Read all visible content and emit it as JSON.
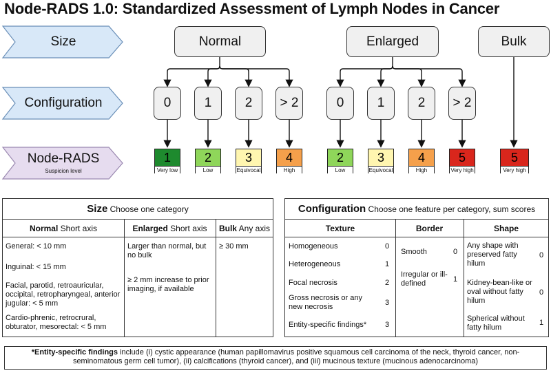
{
  "title": "Node-RADS 1.0: Standardized Assessment of Lymph Nodes in Cancer",
  "rows": {
    "size": "Size",
    "configuration": "Configuration",
    "noderads": "Node-RADS",
    "noderads_sub": "Suspicion level"
  },
  "size_boxes": [
    "Normal",
    "Enlarged",
    "Bulk"
  ],
  "config_boxes": [
    "0",
    "1",
    "2",
    "> 2",
    "0",
    "1",
    "2",
    "> 2"
  ],
  "scores": [
    {
      "num": "1",
      "level": "Very low",
      "color": "#1e8a2e",
      "text_color": "#000000"
    },
    {
      "num": "2",
      "level": "Low",
      "color": "#8fd65a",
      "text_color": "#000000"
    },
    {
      "num": "3",
      "level": "Equivocal",
      "color": "#fff6b0",
      "text_color": "#000000"
    },
    {
      "num": "4",
      "level": "High",
      "color": "#f5a04b",
      "text_color": "#000000"
    },
    {
      "num": "2",
      "level": "Low",
      "color": "#8fd65a",
      "text_color": "#000000"
    },
    {
      "num": "3",
      "level": "Equivocal",
      "color": "#fff6b0",
      "text_color": "#000000"
    },
    {
      "num": "4",
      "level": "High",
      "color": "#f5a04b",
      "text_color": "#000000"
    },
    {
      "num": "5",
      "level": "Very high",
      "color": "#d9261c",
      "text_color": "#000000"
    },
    {
      "num": "5",
      "level": "Very high",
      "color": "#d9261c",
      "text_color": "#000000"
    }
  ],
  "size_table": {
    "title": "Size",
    "subtitle": "Choose one category",
    "cols": [
      {
        "name": "Normal",
        "sub": "Short axis"
      },
      {
        "name": "Enlarged",
        "sub": "Short axis"
      },
      {
        "name": "Bulk",
        "sub": "Any axis"
      }
    ],
    "normal": [
      "General: < 10 mm",
      "Inguinal: < 15 mm",
      "Facial, parotid, retroauricular, occipital, retropharyngeal, anterior jugular: < 5 mm",
      "Cardio-phrenic, retrocrural, obturator, mesorectal: < 5 mm"
    ],
    "enlarged": [
      "Larger than normal, but no bulk",
      "≥ 2 mm increase to prior imaging, if available"
    ],
    "bulk": [
      "≥ 30 mm"
    ]
  },
  "config_table": {
    "title": "Configuration",
    "subtitle": "Choose one feature per category, sum scores",
    "cols": [
      "Texture",
      "Border",
      "Shape"
    ],
    "texture": [
      {
        "label": "Homogeneous",
        "score": "0"
      },
      {
        "label": "Heterogeneous",
        "score": "1"
      },
      {
        "label": "Focal necrosis",
        "score": "2"
      },
      {
        "label": "Gross necrosis or any new necrosis",
        "score": "3"
      },
      {
        "label": "Entity-specific findings*",
        "score": "3"
      }
    ],
    "border": [
      {
        "label": "Smooth",
        "score": "0"
      },
      {
        "label": "Irregular or ill-defined",
        "score": "1"
      }
    ],
    "shape": [
      {
        "label": "Any shape with preserved fatty hilum",
        "score": "0"
      },
      {
        "label": "Kidney-bean-like or oval without fatty hilum",
        "score": "0"
      },
      {
        "label": "Spherical without fatty hilum",
        "score": "1"
      }
    ]
  },
  "footer": {
    "bold": "*Entity-specific findings",
    "text": " include (i) cystic appearance (human papillomavirus positive squamous cell carcinoma of the neck, thyroid cancer, non-seminomatous germ cell tumor), (ii) calcifications (thyroid cancer), and (iii) mucinous texture (mucinous adenocarcinoma)"
  },
  "colors": {
    "blue_arrow": "#d8e8f8",
    "purple_arrow": "#e6dcef",
    "box_fill": "#f0f0f0"
  }
}
